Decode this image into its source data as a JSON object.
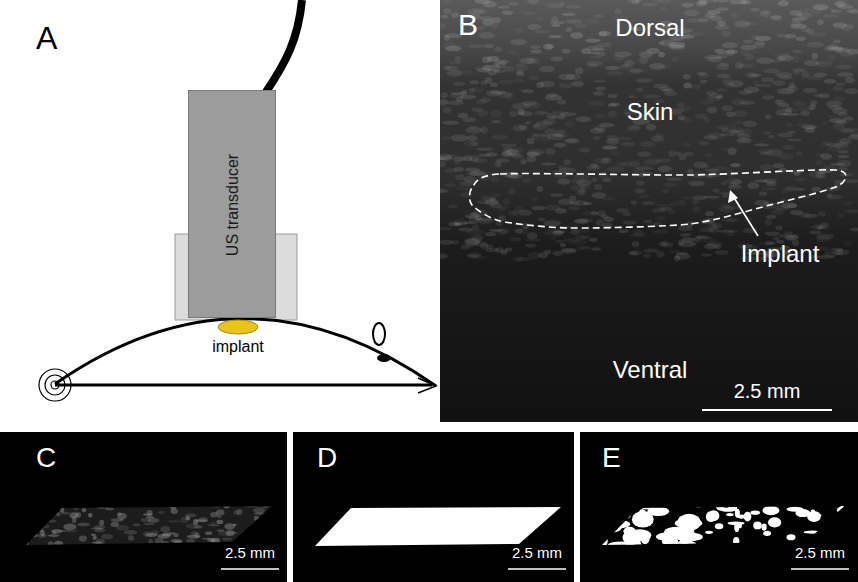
{
  "diagram": {
    "nodes": [
      {
        "text": [
          "US transducer"
        ]
      },
      {
        "text": [
          "B",
          "Dorsal",
          "Skin",
          "Implant",
          "Ventral",
          "2.5 mm"
        ]
      },
      {
        "text": [
          "C",
          "2.5 mm"
        ]
      },
      {
        "text": [
          "D",
          "2.5 mm"
        ]
      },
      {
        "text": [
          "E",
          "2.5 mm"
        ]
      }
    ],
    "labels": [
      "A",
      "implant"
    ]
  }
}
